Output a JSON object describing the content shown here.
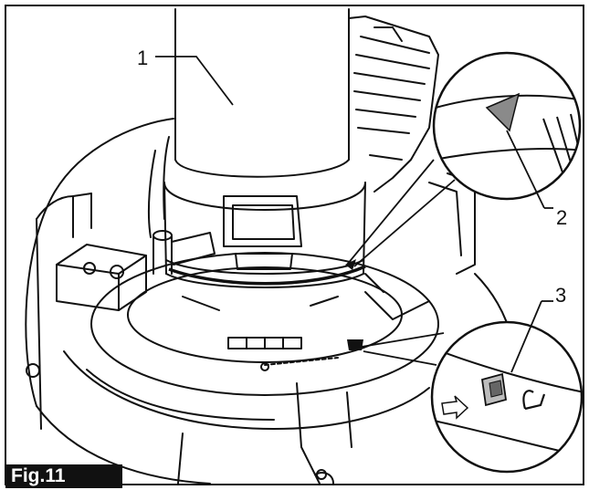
{
  "figure": {
    "tag": "Fig.11",
    "callouts": [
      {
        "id": "1",
        "label": "1"
      },
      {
        "id": "2",
        "label": "2"
      },
      {
        "id": "3",
        "label": "3"
      }
    ]
  },
  "colors": {
    "line": "#111111",
    "fill": "#ffffff",
    "marker": "#8a8a8a"
  },
  "icons": [
    "base-marker-icon",
    "arrow-icon",
    "hook-icon"
  ]
}
